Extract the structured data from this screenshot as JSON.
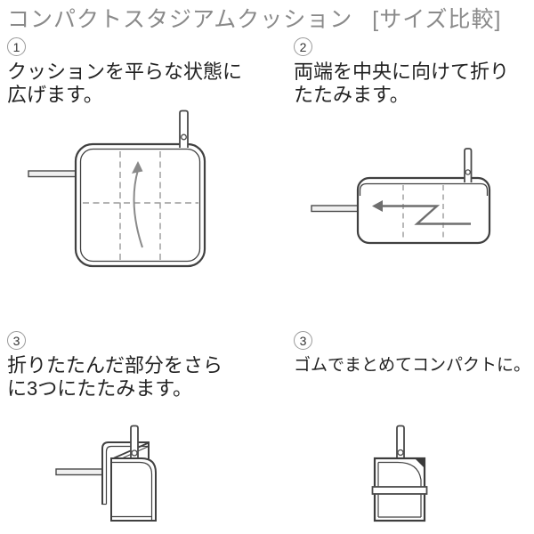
{
  "title": {
    "product": "コンパクトスタジアムクッション",
    "suffix": "[サイズ比較]"
  },
  "steps": [
    {
      "number": "1",
      "lines": [
        "クッションを平らな状態に",
        "広げます。"
      ]
    },
    {
      "number": "2",
      "lines": [
        "両端を中央に向けて折り",
        "たたみます。"
      ]
    },
    {
      "number": "3",
      "lines": [
        "折りたたんだ部分をさら",
        "に3つにたたみます。"
      ]
    },
    {
      "number": "3",
      "lines": [
        "ゴムでまとめてコンパクトに。"
      ]
    }
  ],
  "diagrams": [
    {
      "name": "cushion-unfolded",
      "meaning": "cushion spread flat with fold guide dashed lines and upward curved arrow"
    },
    {
      "name": "cushion-ends-folded",
      "meaning": "cushion with both ends folded to center, z-fold arrow pointing left"
    },
    {
      "name": "cushion-tri-fold",
      "meaning": "folded part being folded again into three"
    },
    {
      "name": "cushion-compact-banded",
      "meaning": "compact cushion bundled with rubber band"
    }
  ],
  "colors": {
    "outline": "#404040",
    "dashed_guide": "#9a9a9a",
    "arrow": "#8a8a8a",
    "z_arrow": "#6e6e6e",
    "title_text": "#8a8a8a",
    "body_text": "#222222",
    "strap_fill": "#f0f0f0"
  }
}
